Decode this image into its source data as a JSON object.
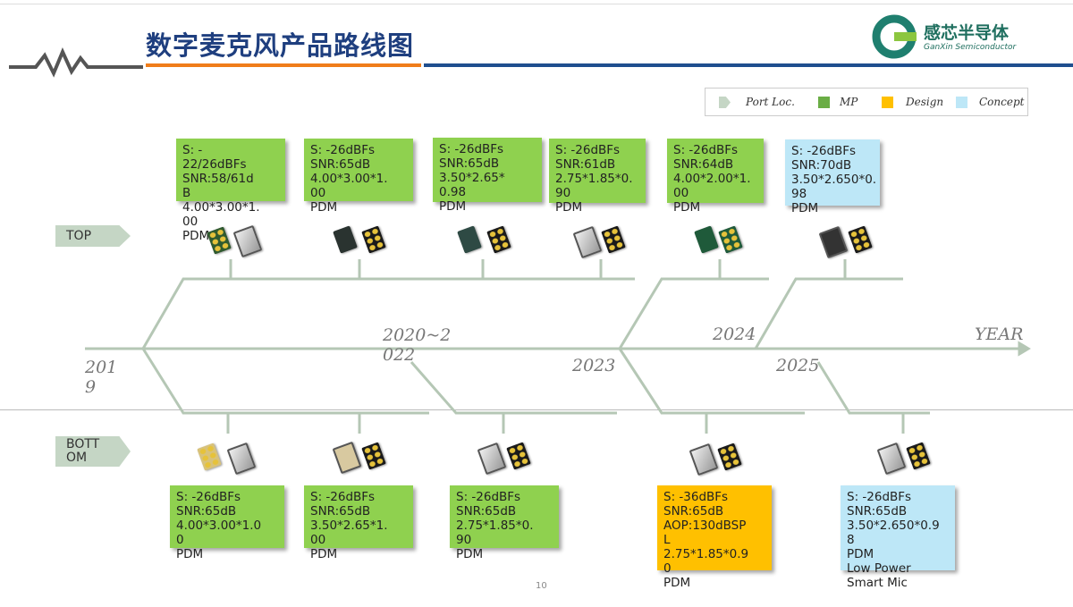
{
  "header": {
    "title": "数字麦克风产品路线图",
    "logo_cn": "感芯半导体",
    "logo_en": "GanXin Semiconductor"
  },
  "legend": [
    {
      "label": "Port Loc.",
      "color": "#c5d6c5"
    },
    {
      "label": "MP",
      "color": "#6aad45"
    },
    {
      "label": "Design",
      "color": "#ffc000"
    },
    {
      "label": "Concept",
      "color": "#bde7f7"
    }
  ],
  "rows": {
    "top": "TOP",
    "bottom": "BOTT\nOM"
  },
  "years": {
    "y2019": "201\n9",
    "y2020": "2020~2\n022",
    "y2023": "2023",
    "y2024": "2024",
    "y2025": "2025",
    "axis": "YEAR"
  },
  "top_cards": [
    "S: -\n22/26dBFs\nSNR:58/61d\nB\n4.00*3.00*1.\n00\nPDM",
    "S: -26dBFs\nSNR:65dB\n4.00*3.00*1.\n00\nPDM",
    "S: -26dBFs\nSNR:65dB\n3.50*2.65*\n0.98\nPDM",
    "S: -26dBFs\nSNR:61dB\n2.75*1.85*0.\n90\nPDM",
    "S: -26dBFs\nSNR:64dB\n4.00*2.00*1.\n00\nPDM",
    "S: -26dBFs\nSNR:70dB\n3.50*2.650*0.\n98\nPDM"
  ],
  "bottom_cards": [
    "S: -26dBFs\nSNR:65dB\n4.00*3.00*1.0\n0\nPDM",
    "S: -26dBFs\nSNR:65dB\n3.50*2.65*1.\n00\nPDM",
    "S: -26dBFs\nSNR:65dB\n2.75*1.85*0.\n90\nPDM",
    "S: -36dBFs\nSNR:65dB\nAOP:130dBSP\nL\n2.75*1.85*0.9\n0\nPDM",
    "S: -26dBFs\nSNR:65dB\n3.50*2.650*0.9\n8\nPDM\nLow Power\nSmart Mic"
  ],
  "page_number": "10"
}
